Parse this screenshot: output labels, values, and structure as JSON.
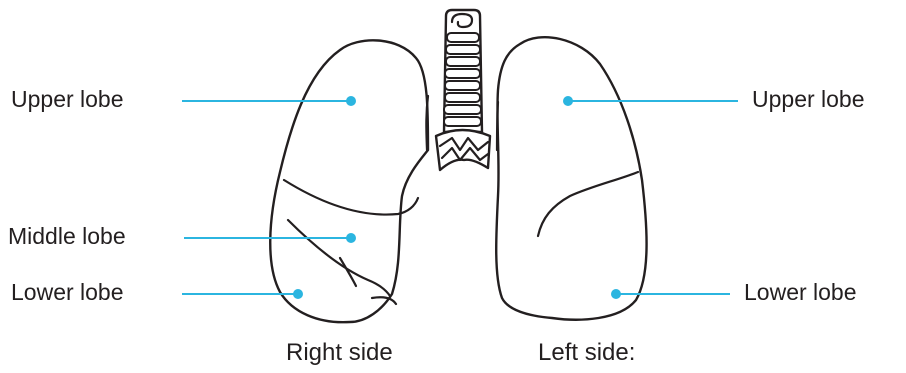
{
  "labels": {
    "right_upper": "Upper lobe",
    "right_middle": "Middle lobe",
    "right_lower": "Lower lobe",
    "left_upper": "Upper lobe",
    "left_lower": "Lower lobe"
  },
  "sides": {
    "right": "Right side",
    "left": "Left side:"
  },
  "colors": {
    "leader": "#2bb5e0",
    "outline": "#231f20",
    "text": "#231f20"
  },
  "icons": {
    "lungs": "lungs-illustration",
    "trachea": "trachea-illustration"
  }
}
